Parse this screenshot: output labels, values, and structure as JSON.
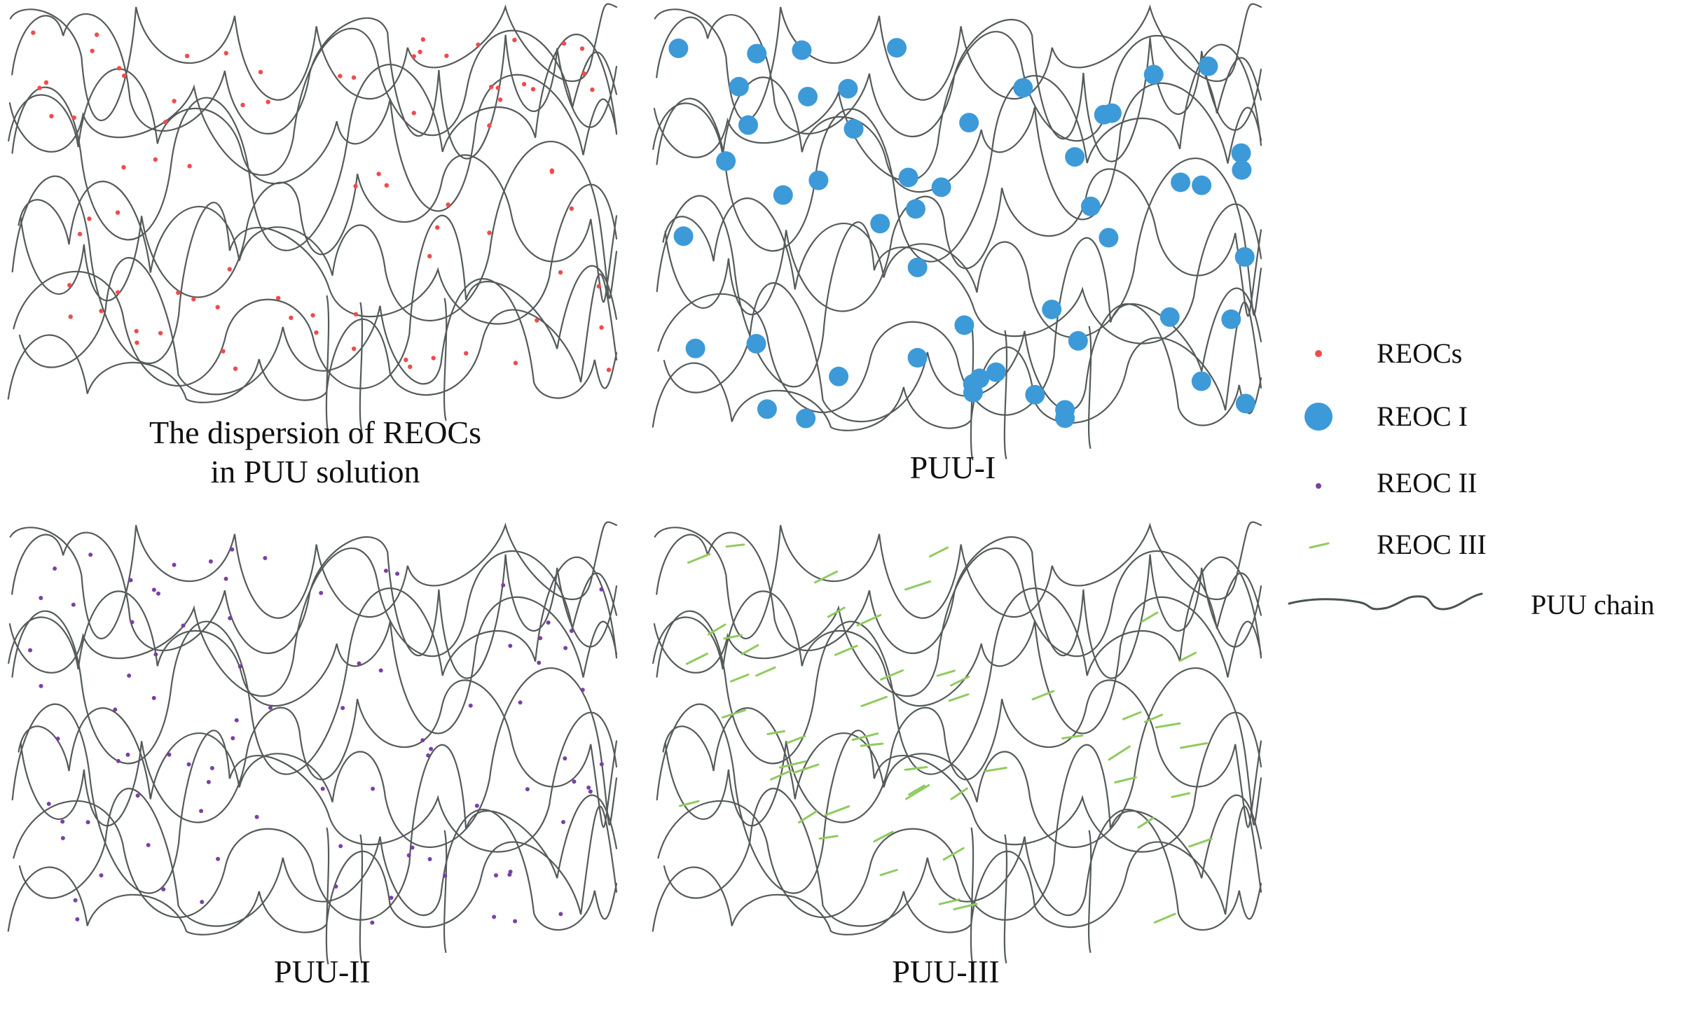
{
  "panels": [
    {
      "id": "reocs-dispersion",
      "caption_lines": [
        "The dispersion of REOCs",
        "in  PUU solution"
      ],
      "particle": "red-dot"
    },
    {
      "id": "puu-1",
      "caption_lines": [
        "PUU-I"
      ],
      "particle": "blue-circle"
    },
    {
      "id": "puu-2",
      "caption_lines": [
        "PUU-II"
      ],
      "particle": "purple-dot"
    },
    {
      "id": "puu-3",
      "caption_lines": [
        "PUU-III"
      ],
      "particle": "green-dash"
    }
  ],
  "legend": [
    {
      "symbol": "red-dot",
      "label": "REOCs"
    },
    {
      "symbol": "blue-circle",
      "label": "REOC I"
    },
    {
      "symbol": "purple-dot",
      "label": "REOC II"
    },
    {
      "symbol": "green-dash",
      "label": "REOC III"
    },
    {
      "symbol": "chain-squiggle",
      "label": "PUU chain"
    }
  ],
  "colors": {
    "chain": "#555a5a",
    "red": "#f04b4b",
    "blue": "#3d9ad9",
    "purple": "#7b3fa6",
    "green": "#8fcb5e"
  }
}
